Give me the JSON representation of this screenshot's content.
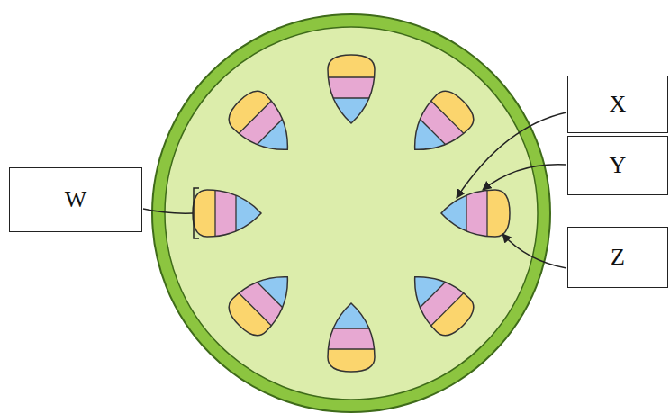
{
  "diagram": {
    "nodes": [
      {
        "text": [
          "W"
        ]
      },
      {
        "text": [
          "X"
        ]
      },
      {
        "text": [
          "Y"
        ]
      },
      {
        "text": [
          "Z"
        ]
      }
    ]
  }
}
